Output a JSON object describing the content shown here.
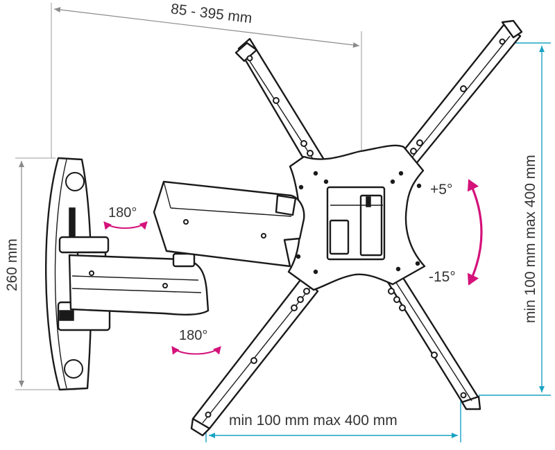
{
  "dimensions": {
    "arm_extension": "85 - 395 mm",
    "wall_plate_height": "260 mm",
    "vesa_vertical": "min 100 mm max 400 mm",
    "vesa_horizontal": "min 100 mm max 400 mm"
  },
  "rotations": {
    "swivel_upper": "180°",
    "swivel_lower": "180°",
    "tilt_up": "+5°",
    "tilt_down": "-15°"
  },
  "colors": {
    "dimension_line": "#8a8a8a",
    "vesa_dimension_line": "#1aa3c4",
    "rotation_arrow": "#d4127a",
    "outline": "#1a1a1a"
  }
}
